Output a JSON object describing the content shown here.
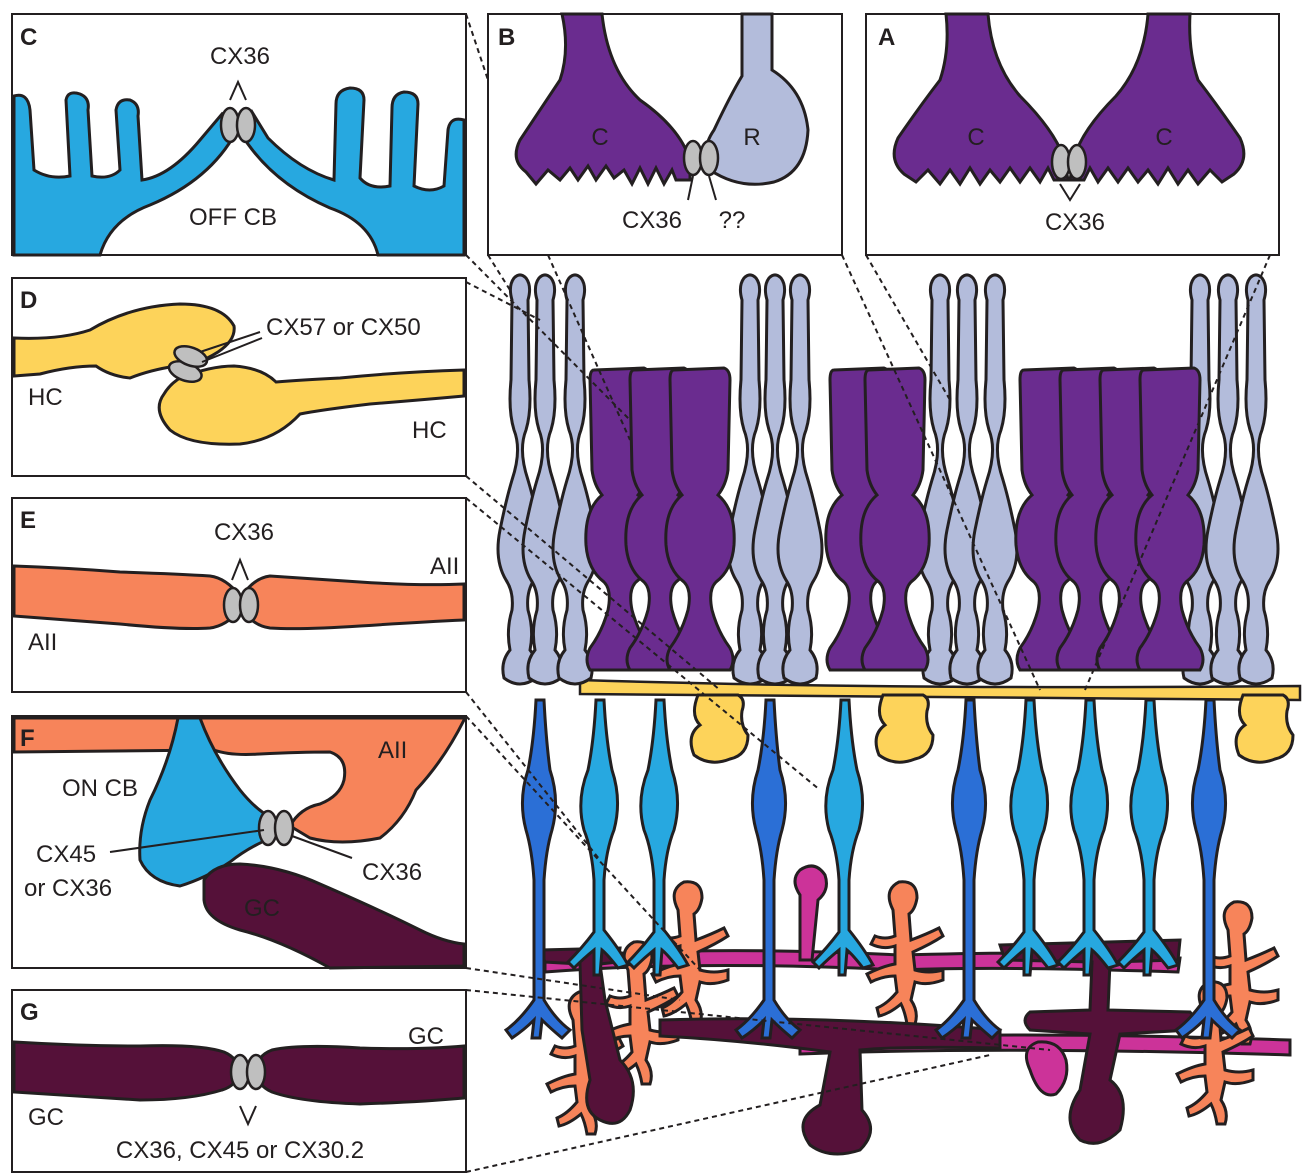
{
  "panels": {
    "A": {
      "letter": "A",
      "cell_left": "C",
      "cell_right": "C",
      "junction": "CX36"
    },
    "B": {
      "letter": "B",
      "cell_left": "C",
      "cell_right": "R",
      "junction_left": "CX36",
      "junction_right": "??"
    },
    "C": {
      "letter": "C",
      "junction": "CX36",
      "cell": "OFF CB"
    },
    "D": {
      "letter": "D",
      "junction": "CX57 or CX50",
      "cell_left": "HC",
      "cell_right": "HC"
    },
    "E": {
      "letter": "E",
      "junction": "CX36",
      "cell_left": "AII",
      "cell_right": "AII"
    },
    "F": {
      "letter": "F",
      "cell_on": "ON CB",
      "cell_aii": "AII",
      "junction_left_1": "CX45",
      "junction_left_2": "or CX36",
      "junction_right": "CX36",
      "cell_gc": "GC"
    },
    "G": {
      "letter": "G",
      "cell_left": "GC",
      "cell_right": "GC",
      "junction": "CX36, CX45 or CX30.2"
    }
  },
  "colors": {
    "cone": "#6a2c8f",
    "rod": "#b3bcdb",
    "off_cb": "#27a8e0",
    "on_cb": "#2b6fd6",
    "hc": "#fdd35a",
    "aii": "#f7845a",
    "gc": "#551139",
    "magenta": "#cc3399",
    "connexon": "#bfbfbf",
    "outline": "#231f20"
  }
}
